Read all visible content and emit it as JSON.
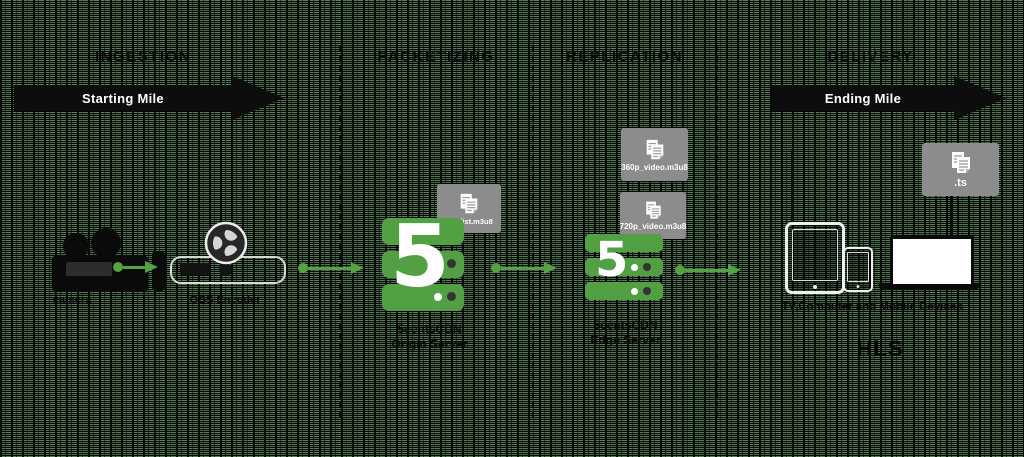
{
  "stages": {
    "ingestion": "INGESTION",
    "packetizing": "PACKETIZING",
    "replication": "REPLICATION",
    "delivery": "DELIVERY"
  },
  "mile_arrows": {
    "starting": "Starting Mile",
    "ending": "Ending Mile"
  },
  "ingestion": {
    "camera_label": "camera",
    "encoder_label": "OBS Encoder"
  },
  "packetizing": {
    "playlist_file": "playlist.m3u8",
    "server_badge": "5",
    "caption1": "5centsCDN",
    "caption2": "Origin Server"
  },
  "replication": {
    "file_360": "360p_video.m3u8",
    "file_720": "720p_video.m3u8",
    "server_badge": "5",
    "caption1": "5centsCDN",
    "caption2": "Edge Server"
  },
  "delivery": {
    "ts_file": ".ts",
    "devices_label": "TV,Computer and Mobile Devices",
    "protocol_label": "HLS"
  },
  "colors": {
    "server_green": "#52a043",
    "arrow_green": "#55a245",
    "file_gray": "#8c8c8c",
    "arrow_black": "#0d0d0d"
  }
}
